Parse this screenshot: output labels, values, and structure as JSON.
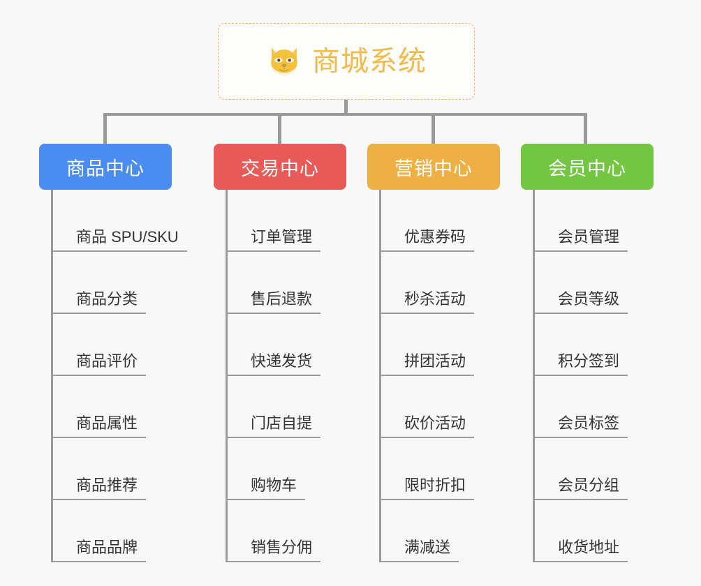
{
  "root": {
    "title": "商城系统",
    "icon": "dog-face-icon",
    "border_color": "#e8b75e",
    "text_color": "#efbb4c"
  },
  "canvas": {
    "background": "#f8f8f8",
    "connector_color": "#9a9a9a"
  },
  "columns": [
    {
      "header": "商品中心",
      "color": "#4a8cf0",
      "items": [
        "商品 SPU/SKU",
        "商品分类",
        "商品评价",
        "商品属性",
        "商品推荐",
        "商品品牌"
      ]
    },
    {
      "header": "交易中心",
      "color": "#e85a57",
      "items": [
        "订单管理",
        "售后退款",
        "快递发货",
        "门店自提",
        "购物车",
        "销售分佣"
      ]
    },
    {
      "header": "营销中心",
      "color": "#eeaf45",
      "items": [
        "优惠券码",
        "秒杀活动",
        "拼团活动",
        "砍价活动",
        "限时折扣",
        "满减送"
      ]
    },
    {
      "header": "会员中心",
      "color": "#73c641",
      "items": [
        "会员管理",
        "会员等级",
        "积分签到",
        "会员标签",
        "会员分组",
        "收货地址"
      ]
    }
  ]
}
